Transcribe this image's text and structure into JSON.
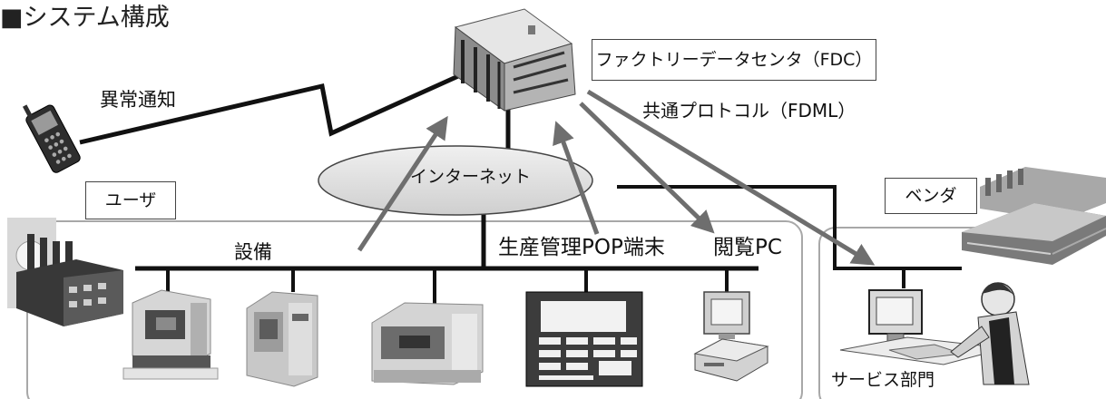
{
  "title": "■システム構成",
  "labels": {
    "fdc": "ファクトリーデータセンタ（FDC）",
    "alert": "異常通知",
    "protocol": "共通プロトコル（FDML）",
    "internet": "インターネット",
    "user": "ユーザ",
    "vendor": "ベンダ",
    "equipment": "設備",
    "pop_terminal": "生産管理POP端末",
    "viewing_pc": "閲覧PC",
    "service_dept": "サービス部門"
  },
  "colors": {
    "line": "#111111",
    "arrow": "#6e6e6e",
    "internet_fill": "#dcdcdc",
    "group_border": "#a8a8a8"
  }
}
